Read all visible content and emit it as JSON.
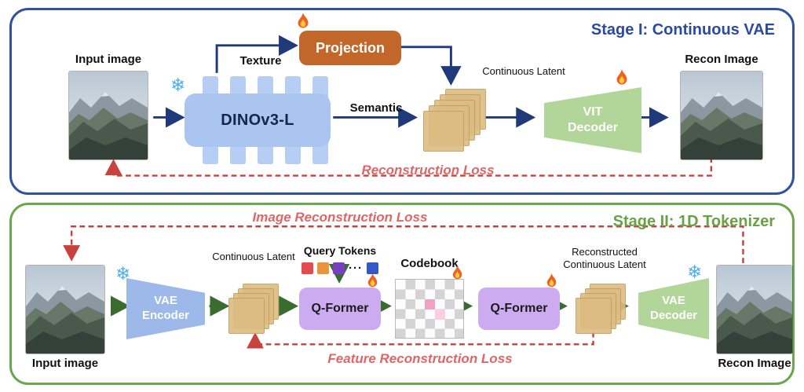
{
  "stage1": {
    "title": "Stage I: Continuous VAE",
    "input_image_label": "Input image",
    "texture_label": "Texture",
    "projection_label": "Projection",
    "dino_label": "DINOv3-L",
    "semantic_label": "Semantic",
    "continuous_latent_label": "Continuous Latent",
    "vit_decoder_label": "VIT Decoder",
    "recon_image_label": "Recon Image",
    "reconstruction_loss_label": "Reconstruction Loss"
  },
  "stage2": {
    "title": "Stage II: 1D Tokenizer",
    "image_reconstruction_loss_label": "Image Reconstruction Loss",
    "input_image_label": "Input image",
    "vae_encoder_label": "VAE Encoder",
    "continuous_latent_label": "Continuous Latent",
    "query_tokens": {
      "label": "Query Tokens",
      "dots": "···",
      "colors": [
        "#e14d4d",
        "#e8963c",
        "#7a3fc1",
        "#3358c8"
      ]
    },
    "qformer1_label": "Q-Former",
    "codebook_label": "Codebook",
    "qformer2_label": "Q-Former",
    "reconstructed_latent_label": "Reconstructed Continuous Latent",
    "vae_decoder_label": "VAE Decoder",
    "recon_image_label": "Recon Image",
    "feature_reconstruction_loss_label": "Feature Reconstruction Loss"
  },
  "icons": {
    "snowflake": "❄",
    "fire": "flame"
  },
  "colors": {
    "stage1_border": "#30519c",
    "stage1_title": "#2b4aa0",
    "stage2_border": "#6aa84f",
    "stage2_title": "#69a244",
    "stage1_arrow": "#1f3a7a",
    "stage2_arrow": "#3a6b2f",
    "loss_red": "#c8413f",
    "loss_text": "#e06666",
    "dino_fill": "#a9c5f0",
    "projection_fill": "#c2662a",
    "qformer_fill": "#cdabf0",
    "encoder_fill": "#9cb9ea",
    "decoder_fill": "#b2d69a",
    "latent_fill": "#dcbc82",
    "latent_border": "#c39f5e"
  }
}
